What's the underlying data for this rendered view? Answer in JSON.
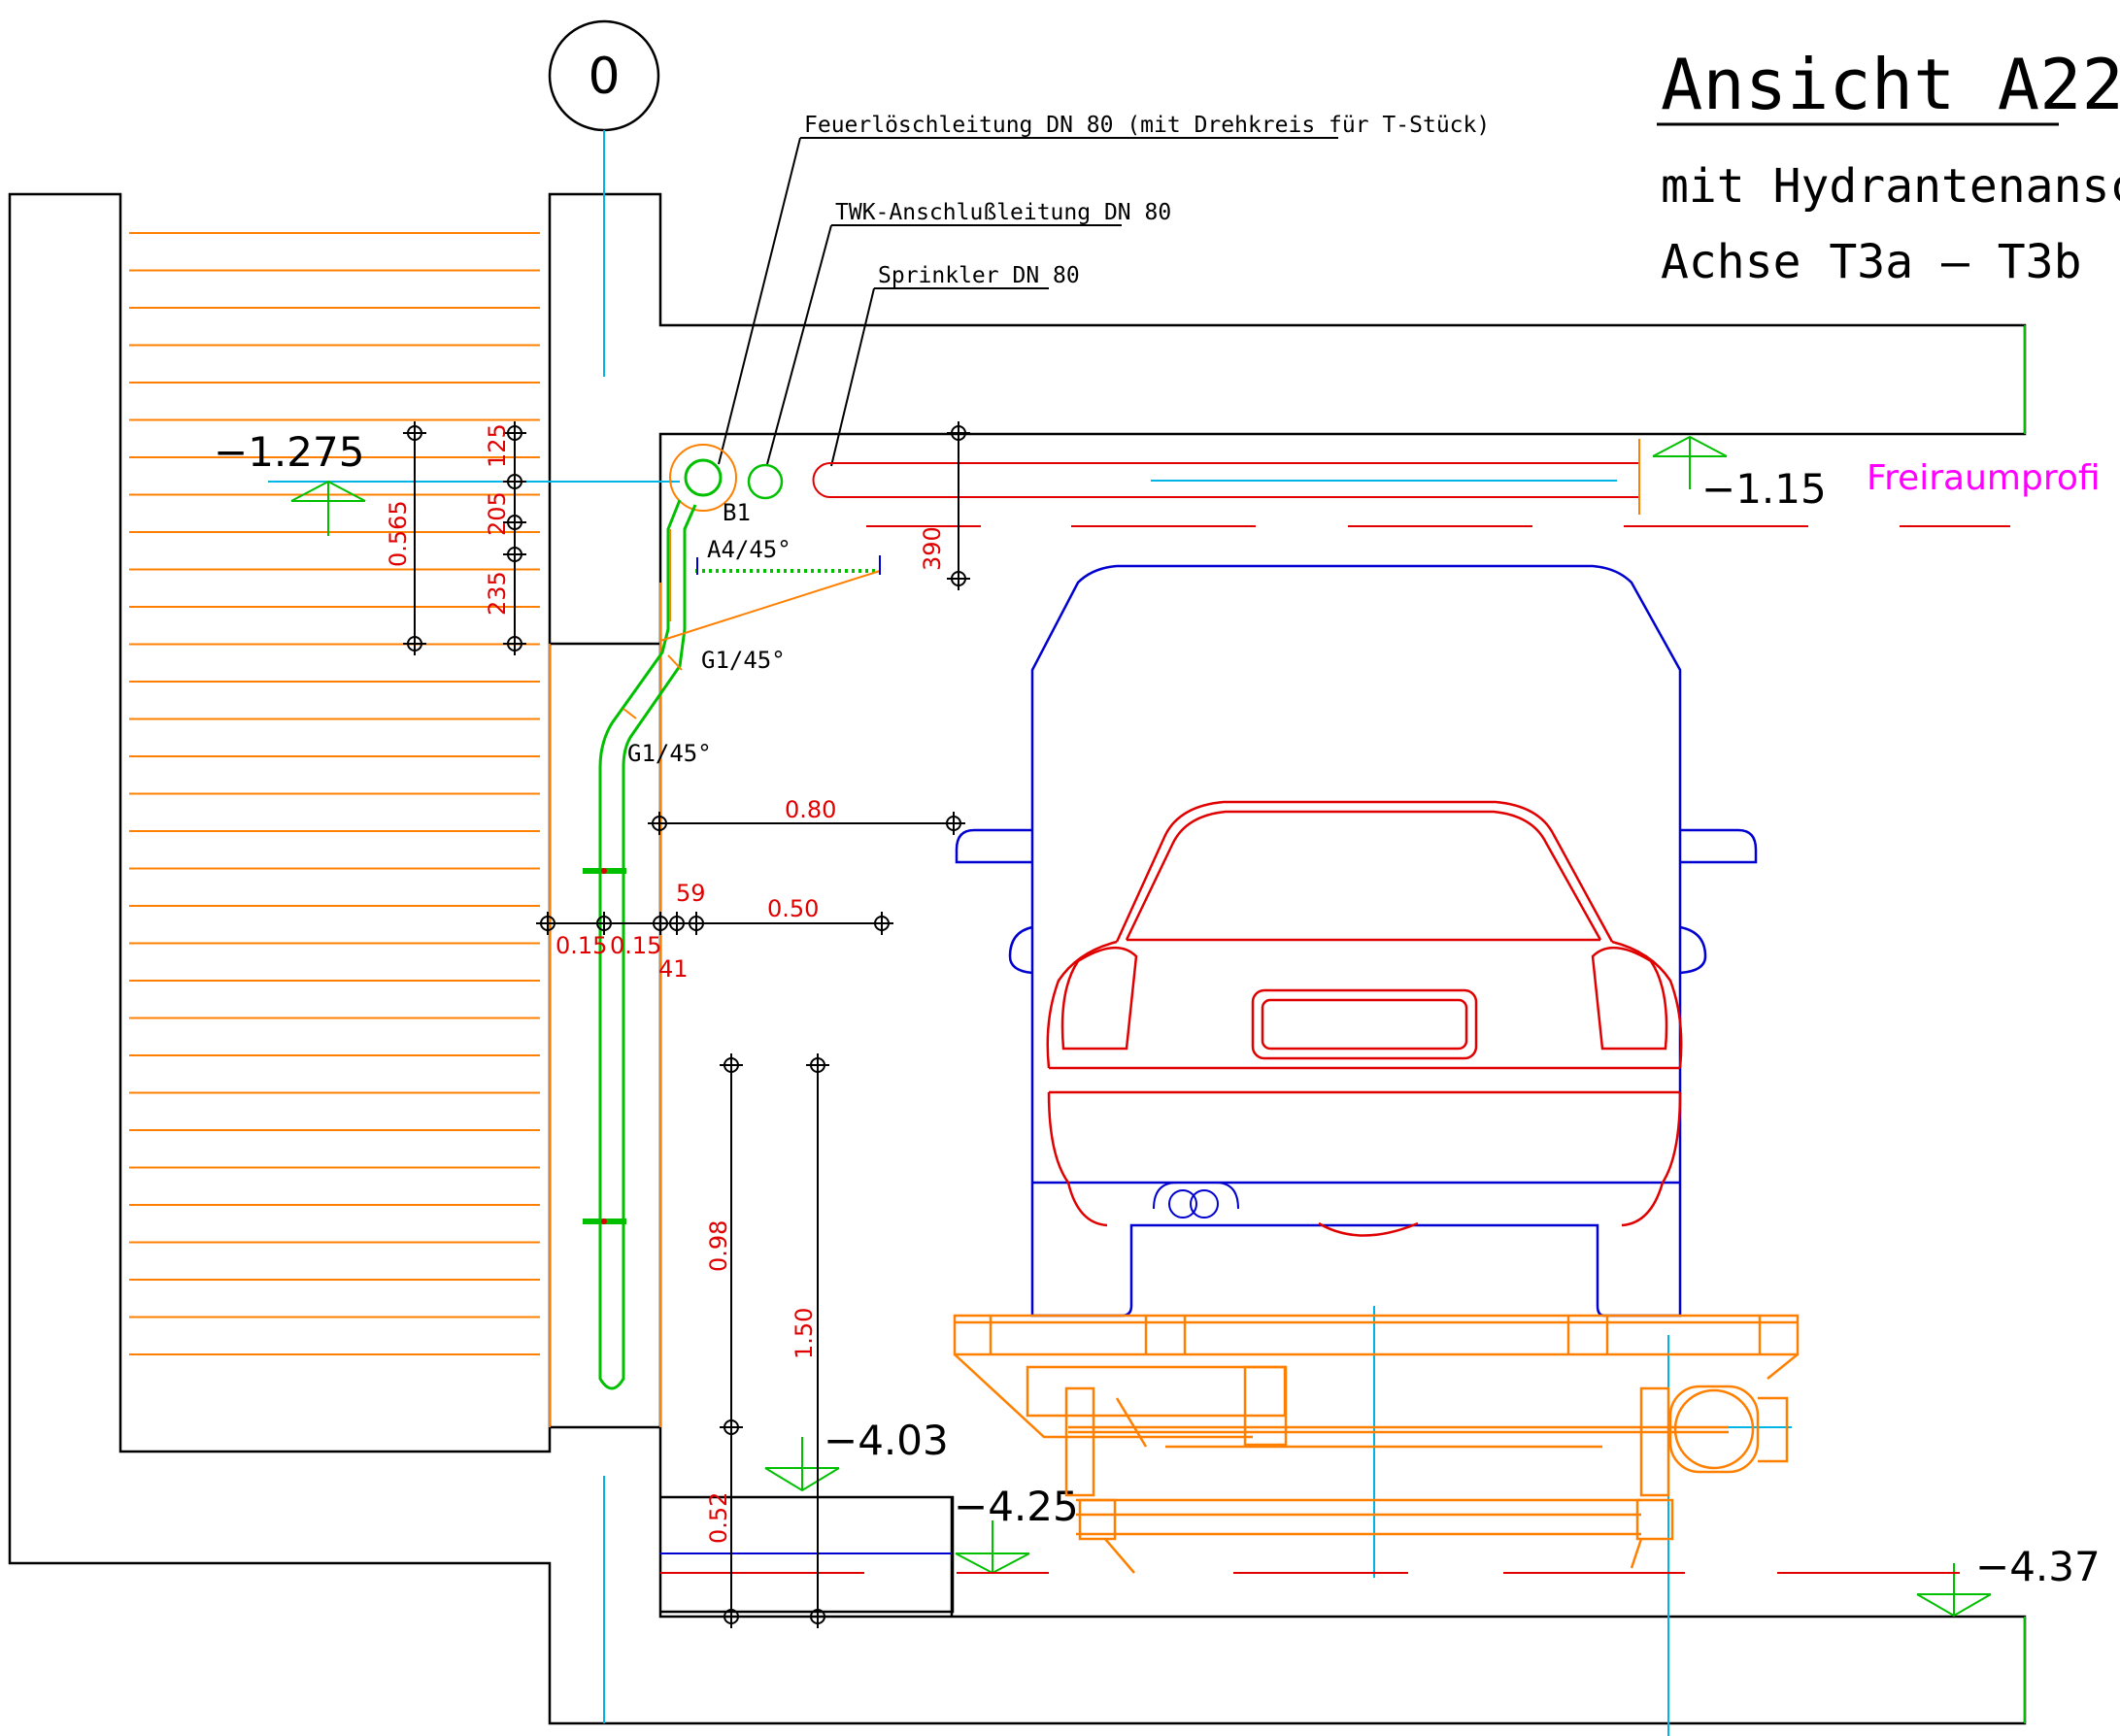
{
  "title": {
    "heading": "Ansicht A22",
    "line1": "mit Hydrantenanschluß",
    "line2": "Achse T3a  –  T3b"
  },
  "axis_marker": "0",
  "callouts": {
    "fire_line": "Feuerlöschleitung DN 80 (mit Drehkreis für T-Stück)",
    "twk_line": "TWK-Anschlußleitung DN 80",
    "sprinkler": "Sprinkler DN 80"
  },
  "fitting_labels": {
    "b1": "B1",
    "a4": "A4/45°",
    "g1_upper": "G1/45°",
    "g1_lower": "G1/45°"
  },
  "levels": {
    "left": "−1.275",
    "right": "−1.15",
    "floor_step": "−4.03",
    "pit": "−4.25",
    "floor_right": "−4.37"
  },
  "profile_label": "Freiraumprofi",
  "dimensions": {
    "d125": "125",
    "d205": "205",
    "d235": "235",
    "d0565": "0.565",
    "d390": "390",
    "d080": "0.80",
    "d050": "0.50",
    "d59": "59",
    "d41": "41",
    "d015a": "0.15",
    "d015b": "0.15",
    "d098": "0.98",
    "d150": "1.50",
    "d052": "0.52"
  },
  "colors": {
    "structure": "#000000",
    "dimension_text": "#e00000",
    "pipe_green": "#00c000",
    "insulation_orange": "#ff8000",
    "axis_cyan": "#00b4e6",
    "vehicle_blue": "#0000d0",
    "vehicle_red": "#e00000",
    "profile_magenta": "#ff00ff"
  }
}
